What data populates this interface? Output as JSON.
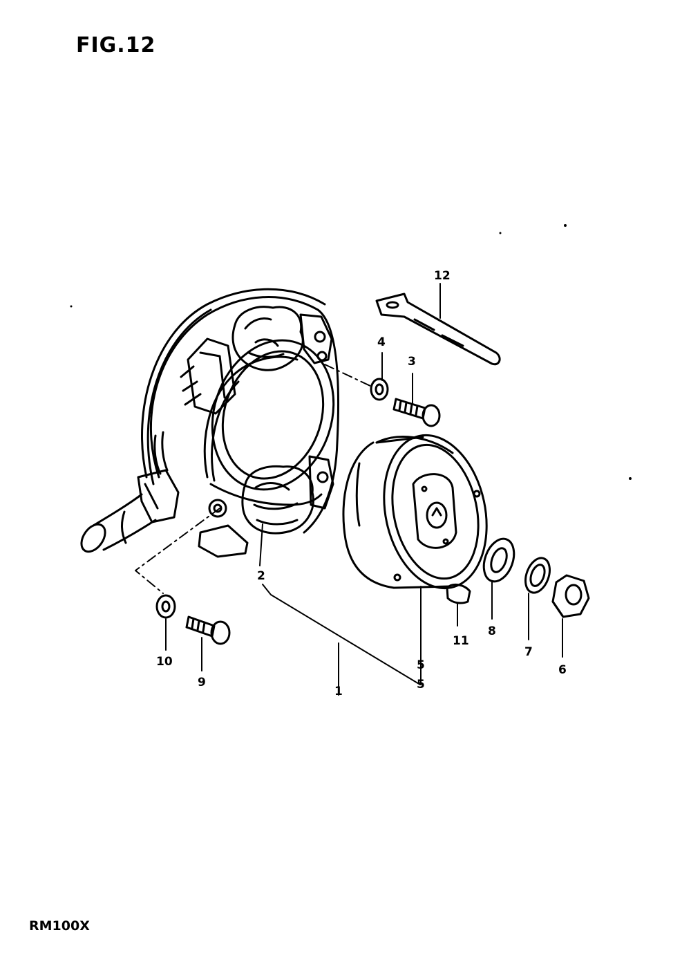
{
  "figure": {
    "title": "FIG.12"
  },
  "model": {
    "code": "RM100X"
  },
  "callouts": [
    {
      "id": "c1",
      "label": "1"
    },
    {
      "id": "c2",
      "label": "2"
    },
    {
      "id": "c3",
      "label": "3"
    },
    {
      "id": "c4",
      "label": "4"
    },
    {
      "id": "c5a",
      "label": "5"
    },
    {
      "id": "c5b",
      "label": "5"
    },
    {
      "id": "c6",
      "label": "6"
    },
    {
      "id": "c7",
      "label": "7"
    },
    {
      "id": "c8",
      "label": "8"
    },
    {
      "id": "c9",
      "label": "9"
    },
    {
      "id": "c10",
      "label": "10"
    },
    {
      "id": "c11",
      "label": "11"
    },
    {
      "id": "c12",
      "label": "12"
    }
  ],
  "colors": {
    "ink": "#000000",
    "paper": "#ffffff"
  }
}
